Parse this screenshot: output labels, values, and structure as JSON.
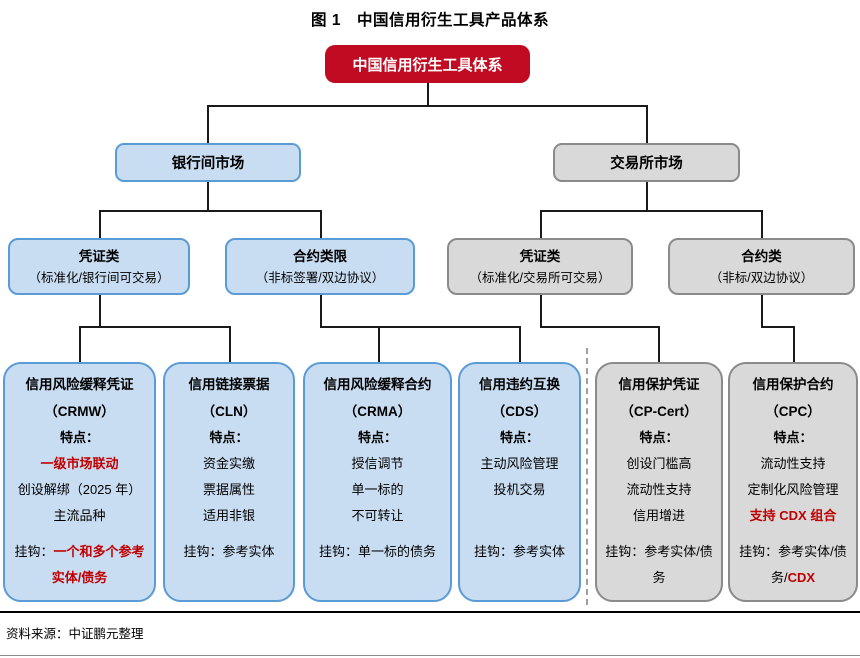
{
  "page": {
    "title": "图 1　中国信用衍生工具产品体系",
    "source_note": "资料来源：中证鹏元整理"
  },
  "colors": {
    "root_red": "#C10B22",
    "red_text": "#C00000",
    "blue_fill": "#C9DDF2",
    "blue_border": "#5B9BD5",
    "gray_fill": "#D9D9D9",
    "gray_border": "#8A8A8A"
  },
  "tree": {
    "root": {
      "label": "中国信用衍生工具体系"
    },
    "markets": [
      {
        "label": "银行间市场",
        "theme": "blue"
      },
      {
        "label": "交易所市场",
        "theme": "gray"
      }
    ],
    "categories": [
      {
        "label": "凭证类",
        "sub": "（标准化/银行间可交易）",
        "theme": "blue"
      },
      {
        "label": "合约类限",
        "sub": "（非标签署/双边协议）",
        "theme": "blue"
      },
      {
        "label": "凭证类",
        "sub": "（标准化/交易所可交易）",
        "theme": "gray"
      },
      {
        "label": "合约类",
        "sub": "（非标/双边协议）",
        "theme": "gray"
      }
    ],
    "products": [
      {
        "title": "信用风险缓释凭证",
        "code": "（CRMW）",
        "features_label": "特点：",
        "features": [
          {
            "text": "一级市场联动",
            "red": true
          },
          {
            "text": "创设解绑（2025 年）",
            "red": false
          },
          {
            "text": "主流品种",
            "red": false
          }
        ],
        "hook": [
          {
            "text": "挂钩：",
            "red": false
          },
          {
            "text": "一个和多个参考实体/债务",
            "red": true
          }
        ],
        "theme": "blue"
      },
      {
        "title": "信用链接票据",
        "code": "（CLN）",
        "features_label": "特点：",
        "features": [
          {
            "text": "资金实缴",
            "red": false
          },
          {
            "text": "票据属性",
            "red": false
          },
          {
            "text": "适用非银",
            "red": false
          }
        ],
        "hook": [
          {
            "text": "挂钩：参考实体",
            "red": false
          }
        ],
        "theme": "blue"
      },
      {
        "title": "信用风险缓释合约",
        "code": "（CRMA）",
        "features_label": "特点：",
        "features": [
          {
            "text": "授信调节",
            "red": false
          },
          {
            "text": "单一标的",
            "red": false
          },
          {
            "text": "不可转让",
            "red": false
          }
        ],
        "hook": [
          {
            "text": "挂钩：单一标的债务",
            "red": false
          }
        ],
        "theme": "blue"
      },
      {
        "title": "信用违约互换",
        "code": "（CDS）",
        "features_label": "特点：",
        "features": [
          {
            "text": "主动风险管理",
            "red": false
          },
          {
            "text": "投机交易",
            "red": false
          }
        ],
        "hook": [
          {
            "text": "挂钩：参考实体",
            "red": false
          }
        ],
        "theme": "blue"
      },
      {
        "title": "信用保护凭证",
        "code": "（CP-Cert）",
        "features_label": "特点：",
        "features": [
          {
            "text": "创设门槛高",
            "red": false
          },
          {
            "text": "流动性支持",
            "red": false
          },
          {
            "text": "信用增进",
            "red": false
          }
        ],
        "hook": [
          {
            "text": "挂钩：参考实体/债务",
            "red": false
          }
        ],
        "theme": "gray"
      },
      {
        "title": "信用保护合约",
        "code": "（CPC）",
        "features_label": "特点：",
        "features": [
          {
            "text": "流动性支持",
            "red": false
          },
          {
            "text": "定制化风险管理",
            "red": false
          },
          {
            "text": "支持 CDX 组合",
            "red": true
          }
        ],
        "hook": [
          {
            "text": "挂钩：参考实体/",
            "red": false
          },
          {
            "text": "债务/",
            "red": false
          },
          {
            "text": "CDX",
            "red": true
          }
        ],
        "theme": "gray"
      }
    ]
  }
}
